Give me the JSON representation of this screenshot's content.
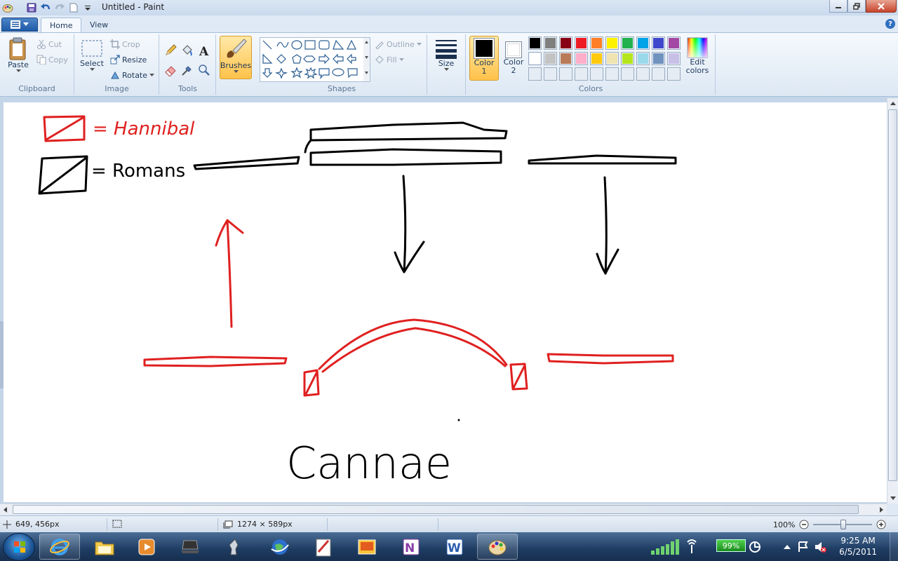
{
  "window": {
    "title": "Untitled - Paint"
  },
  "tabs": [
    {
      "label": "Home",
      "active": true
    },
    {
      "label": "View",
      "active": false
    }
  ],
  "ribbon": {
    "clipboard": {
      "group_label": "Clipboard",
      "paste_label": "Paste",
      "cut_label": "Cut",
      "copy_label": "Copy"
    },
    "image": {
      "group_label": "Image",
      "select_label": "Select",
      "crop_label": "Crop",
      "resize_label": "Resize",
      "rotate_label": "Rotate"
    },
    "tools": {
      "group_label": "Tools",
      "items": [
        "pencil-icon",
        "fill-bucket-icon",
        "text-icon",
        "eraser-icon",
        "color-picker-icon",
        "magnifier-icon"
      ]
    },
    "brushes": {
      "label": "Brushes"
    },
    "shapes": {
      "group_label": "Shapes",
      "outline_label": "Outline",
      "fill_label": "Fill"
    },
    "size": {
      "label": "Size"
    },
    "colors": {
      "group_label": "Colors",
      "color1_line1": "Color",
      "color1_line2": "1",
      "color2_line1": "Color",
      "color2_line2": "2",
      "edit_line1": "Edit",
      "edit_line2": "colors",
      "color1_value": "#000000",
      "color2_value": "#ffffff",
      "palette_row1": [
        "#000000",
        "#7f7f7f",
        "#880015",
        "#ed1c24",
        "#ff7f27",
        "#fff200",
        "#22b14c",
        "#00a2e8",
        "#3f48cc",
        "#a349a4"
      ],
      "palette_row2": [
        "#ffffff",
        "#c3c3c3",
        "#b97a57",
        "#ffaec9",
        "#ffc90e",
        "#efe4b0",
        "#b5e61d",
        "#99d9ea",
        "#7092be",
        "#c8bfe7"
      ]
    }
  },
  "canvas": {
    "legend_hannibal": "= Hannibal",
    "legend_romans": "= Romans",
    "caption": "Cannae",
    "red": "#e02020",
    "black": "#000000"
  },
  "statusbar": {
    "cursor_pos": "649, 456px",
    "canvas_size": "1274 × 589px",
    "zoom": "100%"
  },
  "taskbar": {
    "time": "9:25 AM",
    "date": "6/5/2011",
    "battery": "99%"
  }
}
